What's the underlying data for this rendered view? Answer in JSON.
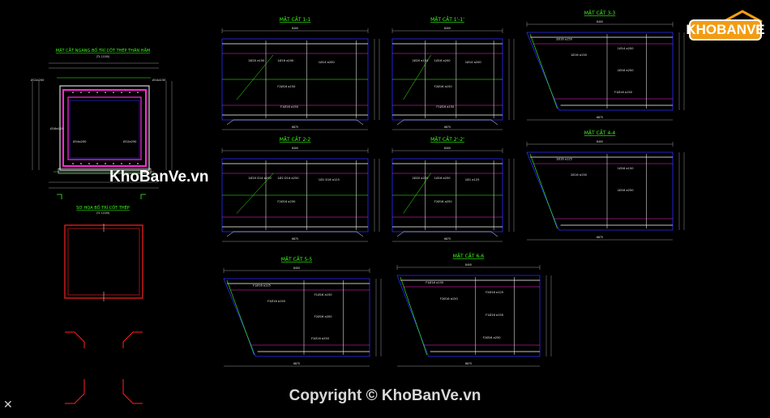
{
  "colors": {
    "background": "#000000",
    "frame_blue": "#2b2bff",
    "rebar_white": "#ffffff",
    "rebar_magenta": "#ff2bd6",
    "leader_green": "#39ff14",
    "dim_grey": "#bdbdbd",
    "outline_red": "#ff2020",
    "logo_orange": "#f39c12"
  },
  "logo": {
    "text": "KHOBANVE"
  },
  "watermark_mid": "KhoBanVe.vn",
  "copyright": "Copyright © KhoBanVe.vn",
  "corner_icon": "close-x-icon",
  "left_panel": {
    "title_1": "MẶT CẮT NGANG BỐ TRÍ CỐT THÉP THÂN HẦM",
    "scale_1": "(TL 1/100)",
    "title_2": "SƠ HỌA BỐ TRÍ CỐT THÉP",
    "scale_2": "(TL 1/100)",
    "bar_labels": [
      "Ø12a200",
      "Ø14a150",
      "Ø16a125",
      "Ø12a250",
      "Ø14a200"
    ]
  },
  "sections": [
    {
      "id": "s1",
      "title": "MẶT CẮT 1-1",
      "dim_top": "8400",
      "dim_bot": "6875",
      "labels": [
        "2Ø20 a150",
        "1Ø16 a200",
        "1Ø14 a200",
        "F2Ø16 a150",
        "F1Ø16 a150"
      ]
    },
    {
      "id": "s1p",
      "title": "MẶT CẮT 1'-1'",
      "dim_top": "8400",
      "dim_bot": "6875",
      "labels": [
        "2Ø20 a150",
        "1Ø16 a200",
        "1Ø14 a200",
        "F2Ø16 a150",
        "F1Ø16 a150"
      ]
    },
    {
      "id": "s3",
      "title": "MẶT CẮT 3-3",
      "dim_top": "8400",
      "dim_bot": "6875",
      "labels": [
        "2Ø16 a150",
        "1Ø16 a150",
        "1Ø14 a200",
        "2Ø16 a200",
        "F1Ø16 a150"
      ]
    },
    {
      "id": "s2",
      "title": "MẶT CẮT 2-2",
      "dim_top": "8400",
      "dim_bot": "6875",
      "labels": [
        "1Ø20 D14 a250",
        "1Ø2 D14 a250",
        "1Ø1 D16 a125",
        "F2Ø16 a250"
      ]
    },
    {
      "id": "s2p",
      "title": "MẶT CẮT 2'-2'",
      "dim_top": "8400",
      "dim_bot": "6875",
      "labels": [
        "2Ø20 a250",
        "1Ø16 a250",
        "1Ø1 a125",
        "F2Ø16 a250"
      ]
    },
    {
      "id": "s4",
      "title": "MẶT CẮT 4-4",
      "dim_top": "8400",
      "dim_bot": "6875",
      "labels": [
        "1Ø16 a125",
        "2Ø16 a150",
        "1Ø16 a150",
        "2Ø16 a250"
      ]
    },
    {
      "id": "s5",
      "title": "MẶT CẮT 5-5",
      "dim_top": "8400",
      "dim_bot": "6875",
      "labels": [
        "F1Ø16 a125",
        "F2Ø16 a150",
        "F1Ø16 a150",
        "F2Ø16 a200",
        "F2Ø16 a250"
      ]
    },
    {
      "id": "s6",
      "title": "MẶT CẮT 6-6",
      "dim_top": "8400",
      "dim_bot": "6875",
      "labels": [
        "F1Ø16 a150",
        "F2Ø16 a150",
        "F2Ø16 a125",
        "F1Ø16 a150",
        "F2Ø16 a250"
      ]
    }
  ]
}
